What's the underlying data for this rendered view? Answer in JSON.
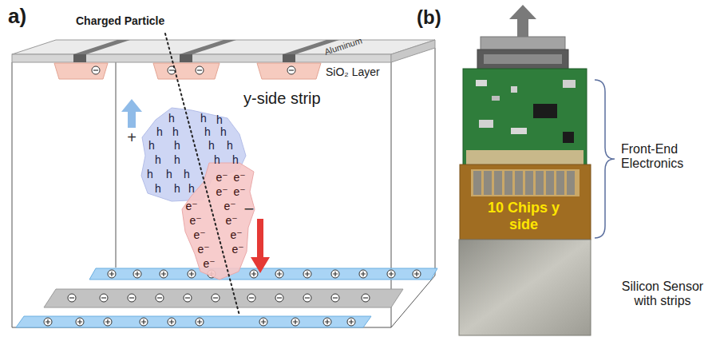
{
  "diagram": {
    "labels": [
      "a)",
      "Charged Particle",
      "Aluminum",
      "SiO₂ Layer",
      "y-side strip",
      "+",
      "−",
      "(b)",
      "10 Chips y side",
      "Front-End Electronics",
      "Silicon Sensor with strips",
      "h",
      "h",
      "h",
      "h",
      "h",
      "h",
      "h",
      "h",
      "h",
      "h",
      "h",
      "h",
      "h",
      "h",
      "h",
      "h",
      "h",
      "h",
      "h",
      "h",
      "h",
      "e⁻",
      "e⁻",
      "e⁻",
      "e⁻",
      "e⁻",
      "e⁻",
      "e⁻",
      "e⁻",
      "e⁻",
      "e⁻",
      "e⁻",
      "e⁻",
      "e⁻"
    ]
  }
}
